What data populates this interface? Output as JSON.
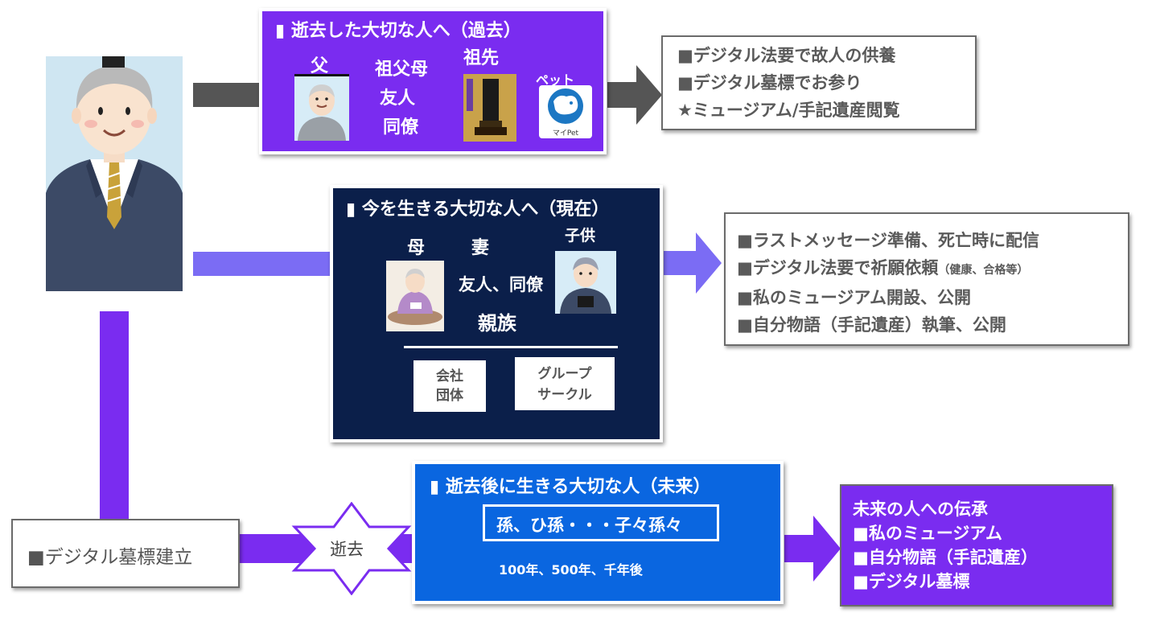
{
  "past": {
    "title": "▮ 逝去した大切な人へ（過去）",
    "father": "父",
    "grandparents": "祖父母",
    "friends": "友人",
    "colleagues": "同僚",
    "ancestors": "祖先",
    "pet": "ペット",
    "pet_logo_text": "マイPet"
  },
  "past_output": [
    "■デジタル法要で故人の供養",
    "■デジタル墓標でお参り",
    "★ミュージアム/手記遺産閲覧"
  ],
  "present": {
    "title": "▮ 今を生きる大切な人へ（現在）",
    "mother": "母",
    "wife": "妻",
    "children": "子供",
    "friends_colleagues": "友人、同僚",
    "relatives": "親族",
    "company_line1": "会社",
    "company_line2": "団体",
    "group_line1": "グループ",
    "group_line2": "サークル"
  },
  "present_output": [
    {
      "main": "■ラストメッセージ準備、死亡時に配信",
      "note": ""
    },
    {
      "main": "■デジタル法要で祈願依頼",
      "note": "（健康、合格等）"
    },
    {
      "main": "■私のミュージアム開設、公開",
      "note": ""
    },
    {
      "main": "■自分物語（手記遺産）執筆、公開",
      "note": ""
    }
  ],
  "future": {
    "title": "▮ 逝去後に生きる大切な人（未来）",
    "descendants": "孫、ひ孫・・・子々孫々",
    "years": "100年、500年、千年後"
  },
  "future_output": [
    "未来の人への伝承",
    "■私のミュージアム",
    "■自分物語（手記遺産）",
    "■デジタル墓標"
  ],
  "tombstone_label": "■デジタル墓標建立",
  "passing_label": "逝去",
  "colors": {
    "purple": "#7a2cf0",
    "navy": "#0b1f4a",
    "blue": "#0a66e0",
    "gray_arrow": "#555555",
    "violet_arrow": "#7b6cf4"
  }
}
